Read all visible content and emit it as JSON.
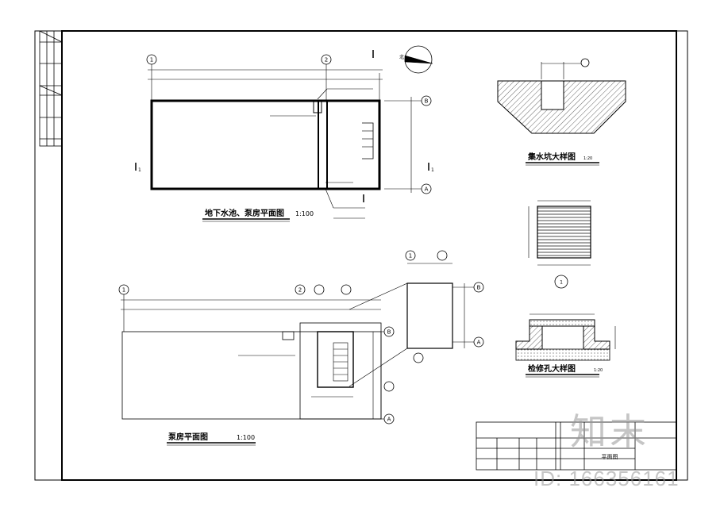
{
  "plan_top": {
    "title": "地下水池、泵房平面图",
    "scale": "1:100",
    "axis_1": "1",
    "axis_2": "2",
    "axis_A": "A",
    "axis_B": "B",
    "section_mark": "1",
    "north_mark": "北"
  },
  "plan_bottom": {
    "title": "泵房平面图",
    "scale": "1:100",
    "axis_1": "1",
    "axis_2": "2",
    "axis_A": "A",
    "axis_B": "B"
  },
  "detail_sump": {
    "title": "集水坑大样图",
    "scale": "1:20"
  },
  "detail_access": {
    "title": "检修孔大样图",
    "scale": "1:20"
  },
  "detail_enlarged": {
    "axis_label": "1",
    "axis_A": "A",
    "axis_B": "B"
  },
  "grating": {
    "marker": "1"
  },
  "title_block": {
    "drawing_name": "平面图"
  },
  "watermark": {
    "logo": "知末",
    "id": "ID: 166356161"
  },
  "colors": {
    "line": "#000000",
    "paper": "#ffffff",
    "watermark": "#9a9a9a"
  }
}
